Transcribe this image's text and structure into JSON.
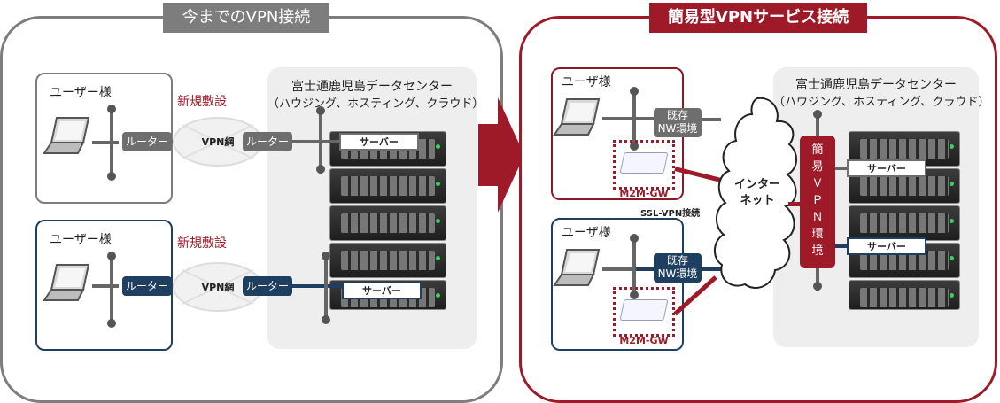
{
  "left": {
    "title": "今までのVPN接続",
    "datacenter": {
      "line1": "富士通鹿児島データセンター",
      "line2": "（ハウジング、ホスティング、クラウド）"
    },
    "top_user": "ユーザー様",
    "bottom_user": "ユーザー様",
    "new_install_top": "新規敷設",
    "new_install_bottom": "新規敷設",
    "router_label": "ルーター",
    "vpn_network": "VPN網",
    "server_label": "サーバー"
  },
  "right": {
    "title": "簡易型VPNサービス接続",
    "datacenter": {
      "line1": "富士通鹿児島データセンター",
      "line2": "（ハウジング、ホスティング、クラウド）"
    },
    "top_user": "ユーザ様",
    "bottom_user": "ユーザ様",
    "existing_nw_line1": "既存",
    "existing_nw_line2": "NW環境",
    "gw_label": "M2M-GW",
    "ssl_vpn": "SSL-VPN接続",
    "internet_line1": "インター",
    "internet_line2": "ネット",
    "vpn_env": "簡\n易\nＶ\nＰ\nＮ\n環\n境",
    "server_label": "サーバー"
  },
  "colors": {
    "gray": "#7d7d7d",
    "dark_red": "#9e1a28",
    "navy": "#1f3f60"
  },
  "icons": [
    "laptop-icon",
    "router-icon",
    "server-rack-icon",
    "cloud-icon",
    "gateway-device-icon",
    "arrow-right-icon"
  ]
}
